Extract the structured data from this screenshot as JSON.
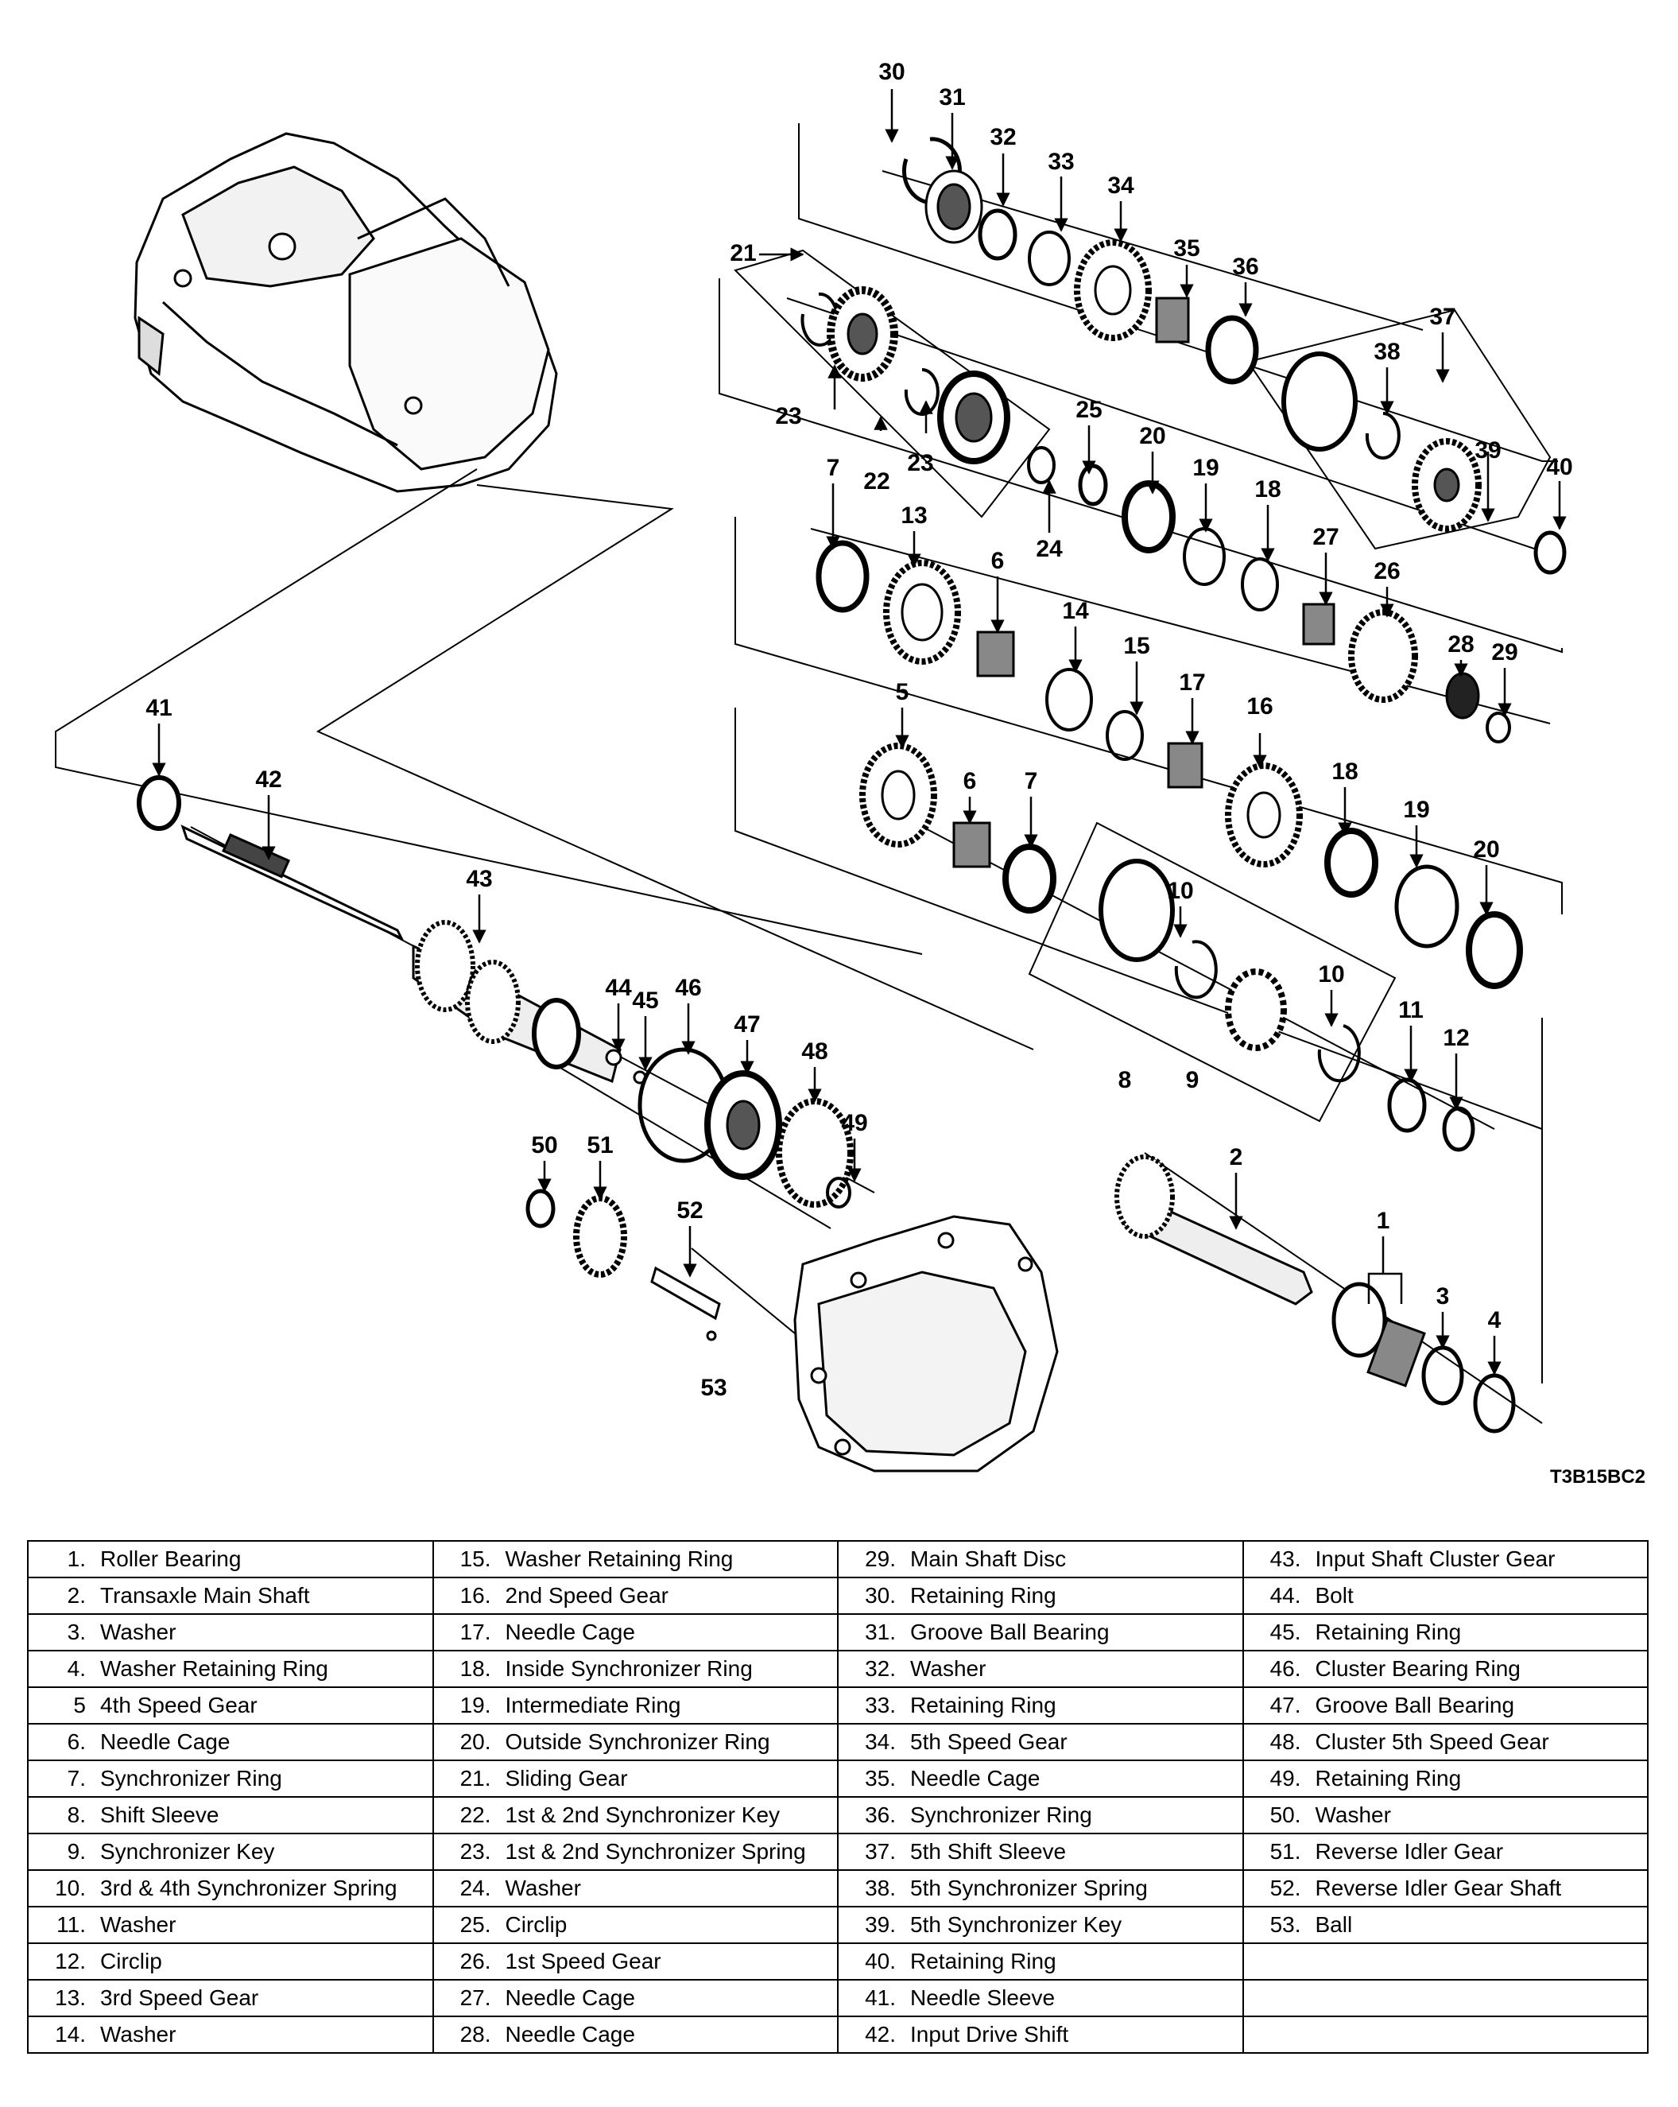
{
  "figure_code": "T3B15BC2",
  "callouts": [
    "1",
    "2",
    "3",
    "4",
    "5",
    "6",
    "7",
    "8",
    "9",
    "10",
    "11",
    "12",
    "13",
    "14",
    "15",
    "16",
    "17",
    "18",
    "19",
    "20",
    "21",
    "22",
    "23",
    "24",
    "25",
    "26",
    "27",
    "28",
    "29",
    "30",
    "31",
    "32",
    "33",
    "34",
    "35",
    "36",
    "37",
    "38",
    "39",
    "40",
    "41",
    "42",
    "43",
    "44",
    "45",
    "46",
    "47",
    "48",
    "49",
    "50",
    "51",
    "52",
    "53"
  ],
  "legend": [
    [
      {
        "num": "1.",
        "label": "Roller Bearing"
      },
      {
        "num": "15.",
        "label": "Washer Retaining Ring"
      },
      {
        "num": "29.",
        "label": "Main Shaft Disc"
      },
      {
        "num": "43.",
        "label": "Input Shaft Cluster Gear"
      }
    ],
    [
      {
        "num": "2.",
        "label": "Transaxle Main Shaft"
      },
      {
        "num": "16.",
        "label": "2nd Speed Gear"
      },
      {
        "num": "30.",
        "label": "Retaining Ring"
      },
      {
        "num": "44.",
        "label": "Bolt"
      }
    ],
    [
      {
        "num": "3.",
        "label": "Washer"
      },
      {
        "num": "17.",
        "label": "Needle Cage"
      },
      {
        "num": "31.",
        "label": "Groove Ball Bearing"
      },
      {
        "num": "45.",
        "label": "Retaining Ring"
      }
    ],
    [
      {
        "num": "4.",
        "label": "Washer Retaining Ring"
      },
      {
        "num": "18.",
        "label": "Inside Synchronizer Ring"
      },
      {
        "num": "32.",
        "label": "Washer"
      },
      {
        "num": "46.",
        "label": "Cluster Bearing Ring"
      }
    ],
    [
      {
        "num": "5",
        "label": "4th Speed Gear"
      },
      {
        "num": "19.",
        "label": "Intermediate Ring"
      },
      {
        "num": "33.",
        "label": "Retaining Ring"
      },
      {
        "num": "47.",
        "label": "Groove Ball Bearing"
      }
    ],
    [
      {
        "num": "6.",
        "label": "Needle Cage"
      },
      {
        "num": "20.",
        "label": "Outside Synchronizer Ring"
      },
      {
        "num": "34.",
        "label": "5th Speed Gear"
      },
      {
        "num": "48.",
        "label": "Cluster 5th Speed Gear"
      }
    ],
    [
      {
        "num": "7.",
        "label": "Synchronizer Ring"
      },
      {
        "num": "21.",
        "label": "Sliding Gear"
      },
      {
        "num": "35.",
        "label": "Needle Cage"
      },
      {
        "num": "49.",
        "label": "Retaining Ring"
      }
    ],
    [
      {
        "num": "8.",
        "label": "Shift Sleeve"
      },
      {
        "num": "22.",
        "label": "1st & 2nd Synchronizer Key"
      },
      {
        "num": "36.",
        "label": "Synchronizer Ring"
      },
      {
        "num": "50.",
        "label": "Washer"
      }
    ],
    [
      {
        "num": "9.",
        "label": "Synchronizer Key"
      },
      {
        "num": "23.",
        "label": "1st & 2nd Synchronizer Spring"
      },
      {
        "num": "37.",
        "label": "5th Shift Sleeve"
      },
      {
        "num": "51.",
        "label": "Reverse Idler Gear"
      }
    ],
    [
      {
        "num": "10.",
        "label": "3rd & 4th Synchronizer Spring"
      },
      {
        "num": "24.",
        "label": "Washer"
      },
      {
        "num": "38.",
        "label": "5th Synchronizer Spring"
      },
      {
        "num": "52.",
        "label": "Reverse Idler Gear Shaft"
      }
    ],
    [
      {
        "num": "11.",
        "label": "Washer"
      },
      {
        "num": "25.",
        "label": "Circlip"
      },
      {
        "num": "39.",
        "label": "5th Synchronizer Key"
      },
      {
        "num": "53.",
        "label": "Ball"
      }
    ],
    [
      {
        "num": "12.",
        "label": "Circlip"
      },
      {
        "num": "26.",
        "label": "1st Speed Gear"
      },
      {
        "num": "40.",
        "label": "Retaining Ring"
      },
      {
        "num": "",
        "label": ""
      }
    ],
    [
      {
        "num": "13.",
        "label": "3rd Speed Gear"
      },
      {
        "num": "27.",
        "label": "Needle Cage"
      },
      {
        "num": "41.",
        "label": "Needle Sleeve"
      },
      {
        "num": "",
        "label": ""
      }
    ],
    [
      {
        "num": "14.",
        "label": "Washer"
      },
      {
        "num": "28.",
        "label": "Needle Cage"
      },
      {
        "num": "42.",
        "label": "Input Drive Shift"
      },
      {
        "num": "",
        "label": ""
      }
    ]
  ]
}
